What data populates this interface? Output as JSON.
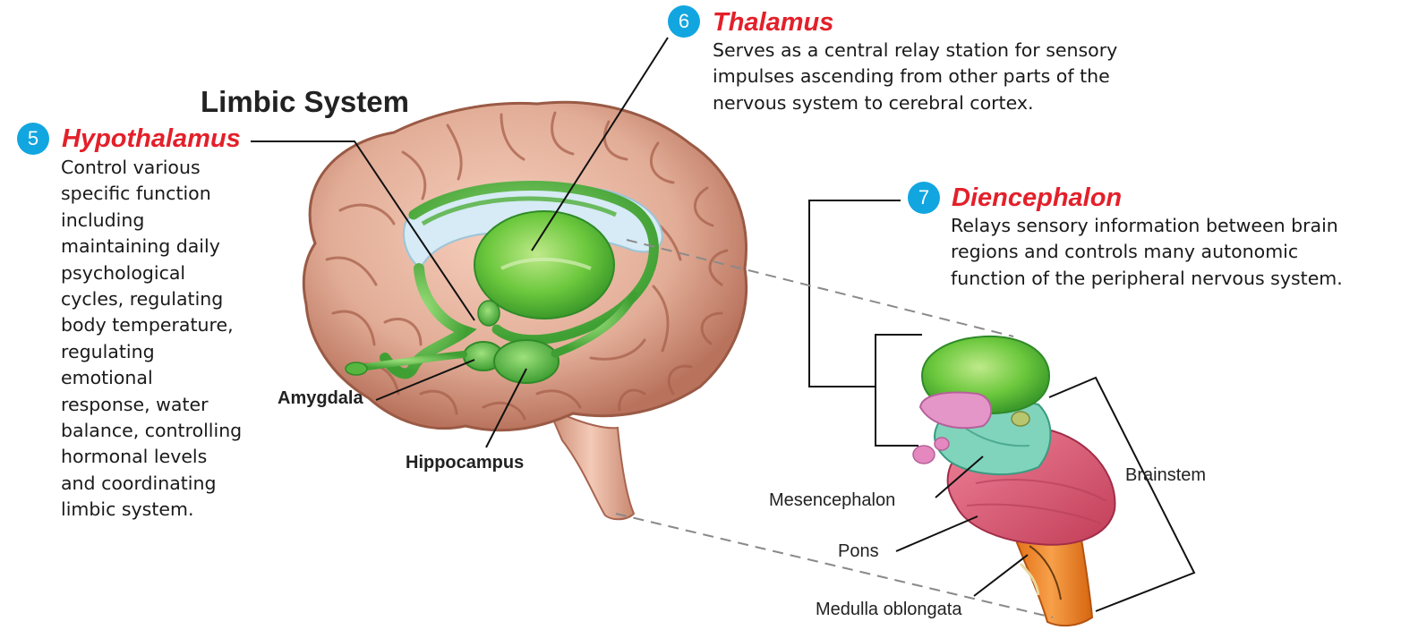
{
  "diagram_title": "Limbic System",
  "callouts": [
    {
      "number": "5",
      "term": "Hypothalamus",
      "description": [
        "Control various",
        "specific function",
        "including",
        "maintaining daily",
        "psychological",
        "cycles, regulating",
        "body temperature,",
        "regulating",
        "emotional",
        "response, water",
        "balance, controlling",
        "hormonal levels",
        "and coordinating",
        "limbic system."
      ]
    },
    {
      "number": "6",
      "term": "Thalamus",
      "description": [
        "Serves as a central relay station for sensory",
        "impulses ascending from other parts of the",
        "nervous system to cerebral cortex."
      ]
    },
    {
      "number": "7",
      "term": "Diencephalon",
      "description": [
        "Relays sensory information between brain",
        "regions and controls many autonomic",
        "function of the peripheral nervous system."
      ]
    }
  ],
  "labels": {
    "amygdala": "Amygdala",
    "hippocampus": "Hippocampus",
    "brainstem": "Brainstem",
    "mesencephalon": "Mesencephalon",
    "pons": "Pons",
    "medulla": "Medulla oblongata"
  },
  "colors": {
    "badge": "#12a6e0",
    "term": "#e3202a",
    "cortex": "#dca590",
    "limbic_green": "#5cc247",
    "ventricle": "#cfe6f2",
    "thalamus_green": "#8ed44a",
    "midbrain_teal": "#7dd0b6",
    "pons_pink": "#e0607a",
    "medulla_orange": "#f08a2a"
  }
}
